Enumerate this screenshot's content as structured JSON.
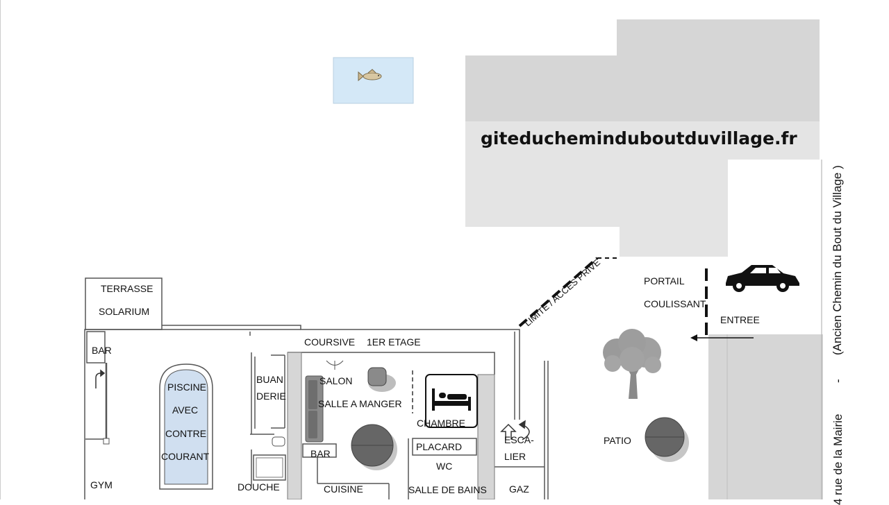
{
  "site_url": "giteducheminduboutduvillage.fr",
  "street_name": "(Ancien Chemin du Bout du Village )",
  "street_separator": "-",
  "street_address": "4 rue de la Mairie",
  "rooms": {
    "terrasse": "TERRASSE",
    "solarium": "SOLARIUM",
    "bar_left": "BAR",
    "piscine": "PISCINE",
    "avec": "AVEC",
    "contre": "CONTRE",
    "courant": "COURANT",
    "gym": "GYM",
    "buan": "BUAN",
    "derie": "DERIE",
    "douche": "DOUCHE",
    "coursive": "COURSIVE",
    "etage": "1ER ETAGE",
    "salon": "SALON",
    "salle_manger": "SALLE A MANGER",
    "chambre": "CHAMBRE",
    "placard": "PLACARD",
    "wc": "WC",
    "bar_kitchen": "BAR",
    "cuisine": "CUISINE",
    "salle_bains": "SALLE DE BAINS",
    "esca": "ESCA-",
    "lier": "LIER",
    "gaz": "GAZ",
    "patio": "PATIO",
    "portail": "PORTAIL",
    "coulissant": "COULISSANT",
    "entree": "ENTREE",
    "limite": "LIMITE / ACCES PRIVE"
  },
  "colors": {
    "building_dark": "#d6d6d6",
    "building_light": "#e4e4e4",
    "pond": "#d4e8f7",
    "pool": "#d0dff0",
    "wall": "#555555"
  }
}
